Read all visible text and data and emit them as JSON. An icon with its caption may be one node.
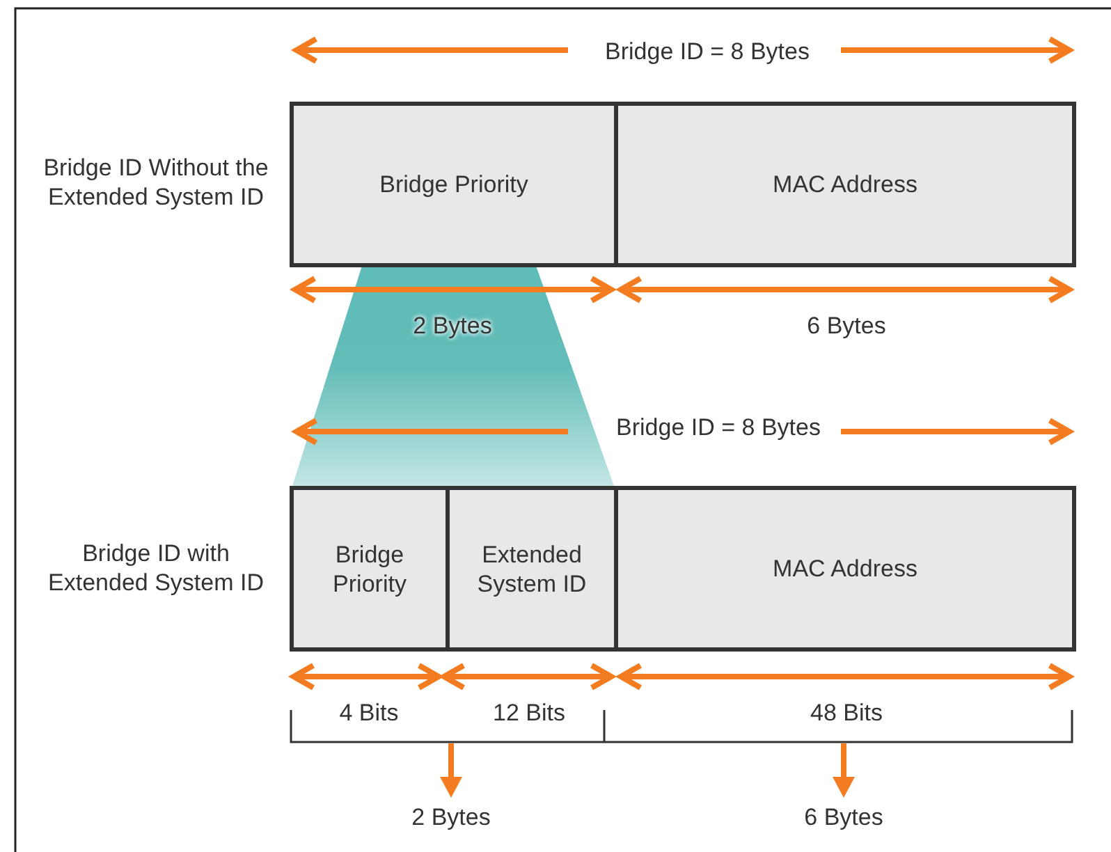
{
  "diagram": {
    "nodes": [
      {
        "text": [
          "Bridge Priority"
        ]
      },
      {
        "text": [
          "MAC Address"
        ]
      },
      {
        "text": [
          "Bridge Priority"
        ]
      },
      {
        "text": [
          "Extended System ID"
        ]
      },
      {
        "text": [
          "MAC Address"
        ]
      }
    ],
    "labels": [
      "Bridge ID = 8 Bytes",
      "Bridge ID Without the Extended System ID",
      "2 Bytes",
      "6 Bytes",
      "Bridge ID = 8 Bytes",
      "Bridge ID with Extended System ID",
      "4 Bits",
      "12 Bits",
      "48 Bits",
      "2 Bytes",
      "6 Bytes"
    ]
  }
}
